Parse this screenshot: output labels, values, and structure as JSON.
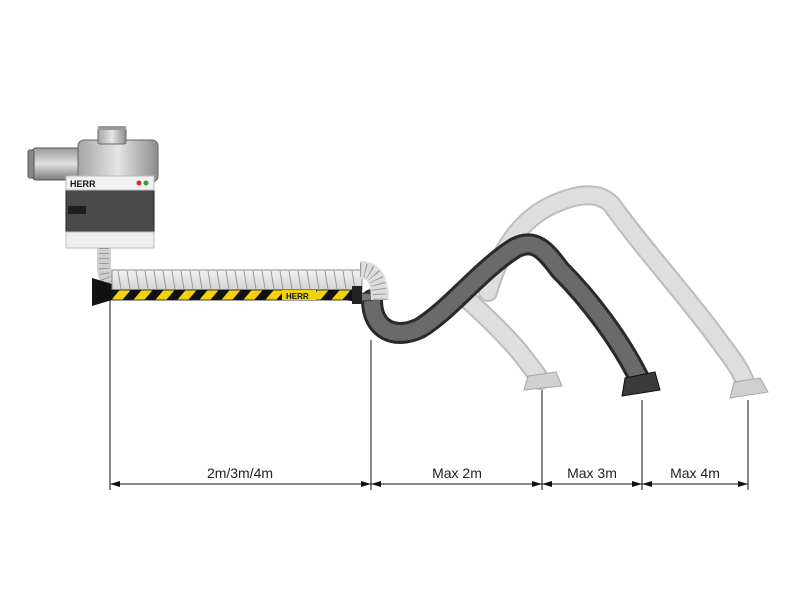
{
  "unit": {
    "brand": "HERR",
    "indicator_colors": [
      "#d03020",
      "#2fa040"
    ]
  },
  "boom": {
    "brand": "HERR",
    "stripe_colors": [
      "#f2d20f",
      "#111111"
    ]
  },
  "dimensions": {
    "boom_length": "2m/3m/4m",
    "arm_2m": "Max 2m",
    "arm_3m": "Max 3m",
    "arm_4m": "Max 4m"
  },
  "colors": {
    "active_hose": "#4a4a4a",
    "ghost_hose": "#c9c9c9"
  }
}
